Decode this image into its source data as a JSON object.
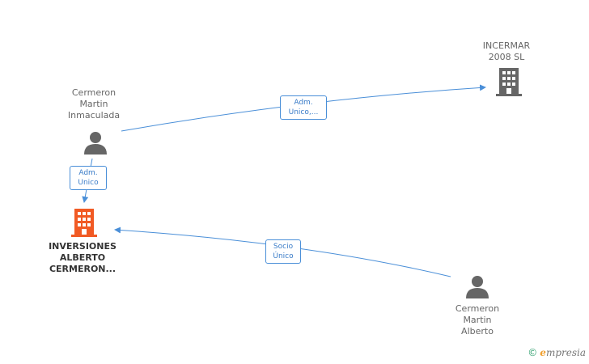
{
  "nodes": {
    "incermar": {
      "name_line1": "INCERMAR",
      "name_line2": "2008 SL",
      "icon": "building-icon",
      "color": "#666666"
    },
    "cermeron_inmaculada": {
      "name_line1": "Cermeron",
      "name_line2": "Martin",
      "name_line3": "Inmaculada",
      "icon": "person-icon",
      "color": "#666666"
    },
    "inversiones": {
      "name_line1": "INVERSIONES",
      "name_line2": "ALBERTO",
      "name_line3": "CERMERON...",
      "icon": "building-icon",
      "color": "#f15a24"
    },
    "cermeron_alberto": {
      "name_line1": "Cermeron",
      "name_line2": "Martin",
      "name_line3": "Alberto",
      "icon": "person-icon",
      "color": "#666666"
    }
  },
  "edges": [
    {
      "from": "cermeron_inmaculada",
      "to": "incermar",
      "label_line1": "Adm.",
      "label_line2": "Unico,..."
    },
    {
      "from": "cermeron_inmaculada",
      "to": "inversiones",
      "label_line1": "Adm.",
      "label_line2": "Unico"
    },
    {
      "from": "cermeron_alberto",
      "to": "inversiones",
      "label_line1": "Socio",
      "label_line2": "Único"
    }
  ],
  "edge_color": "#4a8fd8",
  "watermark": {
    "copyright": "©",
    "brand_initial": "e",
    "brand_rest": "mpresia"
  }
}
